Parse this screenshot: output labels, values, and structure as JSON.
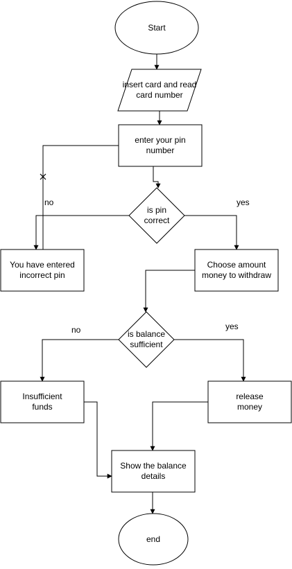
{
  "nodes": {
    "start": "Start",
    "insert_card": "insert card and read\ncard number",
    "enter_pin": "enter your pin\nnumber",
    "is_pin_correct": "is pin\ncorrect",
    "incorrect_pin": "You have entered\nincorrect pin",
    "choose_amount": "Choose amount\nmoney to withdraw",
    "is_balance_sufficient": "is balance\nsufficient",
    "insufficient_funds": "Insufficient\nfunds",
    "release_money": "release\nmoney",
    "show_balance": "Show the balance\ndetails",
    "end": "end"
  },
  "edge_labels": {
    "pin_no": "no",
    "pin_yes": "yes",
    "balance_no": "no",
    "balance_yes": "yes"
  },
  "colors": {
    "stroke": "#000000",
    "fill": "#ffffff",
    "text": "#000000"
  }
}
